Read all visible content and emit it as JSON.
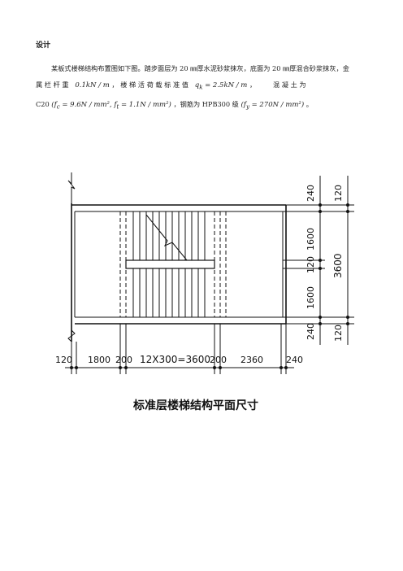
{
  "doc": {
    "heading": "设计",
    "para1": "某板式楼梯结构布置图如下图。踏步面层为 20 ㎜厚水泥砂浆抹灰，底面为 20 ㎜厚混合砂浆抹灰，金",
    "para2": {
      "a": "属 栏 杆 重",
      "b": "0.1kN / m",
      "c": "， 楼 梯 活 荷 载 标 准 值",
      "d": "q",
      "d_sub": "k",
      "e": "= 2.5kN / m",
      "f": "，",
      "g": "混 凝 土 为"
    },
    "para3": {
      "a": "C20",
      "b": "(f",
      "b_sub": "c",
      "c": "= 9.6N / mm², f",
      "c_sub": "t",
      "d": "= 1.1N / mm²)",
      "e": "，钢筋为 HPB300 级",
      "f": "(f",
      "f_sub": "y",
      "g": "= 270N / mm²)",
      "h": "。"
    }
  },
  "drawing": {
    "bottom_dims": [
      "120",
      "1800",
      "200",
      "12X300=3600",
      "200",
      "2360",
      "240"
    ],
    "right_inner_dims": [
      "240",
      "1600",
      "120",
      "1600",
      "240"
    ],
    "right_outer_dims": [
      "120",
      "3600",
      "120"
    ],
    "caption": "标准层楼梯结构平面尺寸"
  }
}
